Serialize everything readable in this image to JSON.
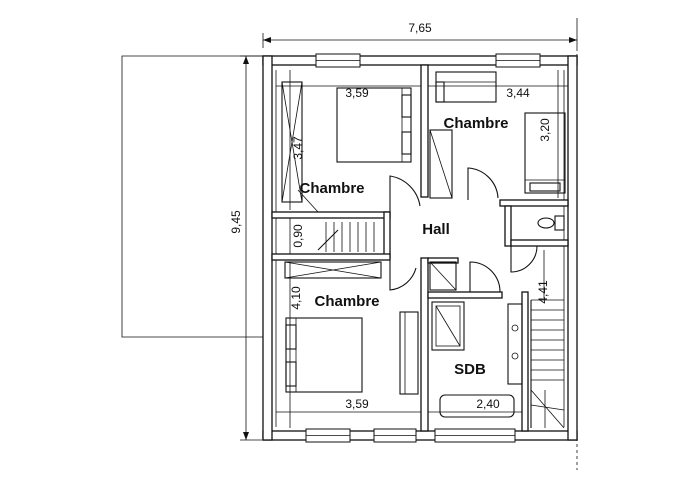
{
  "rooms": {
    "bedroom_top_left": "Chambre",
    "bedroom_top_right": "Chambre",
    "bedroom_bottom_left": "Chambre",
    "hall": "Hall",
    "bathroom": "SDB"
  },
  "dimensions": {
    "total_width": "7,65",
    "total_height": "9,45",
    "bedroom_top_left_width": "3,59",
    "bedroom_top_left_height": "3,47",
    "bedroom_top_right_width": "3,44",
    "bedroom_top_right_height": "3,20",
    "corridor_width": "0,90",
    "bedroom_bottom_left_height": "4,10",
    "bedroom_bottom_left_width": "3,59",
    "bathroom_width": "2,40",
    "stair_height": "4,41"
  }
}
